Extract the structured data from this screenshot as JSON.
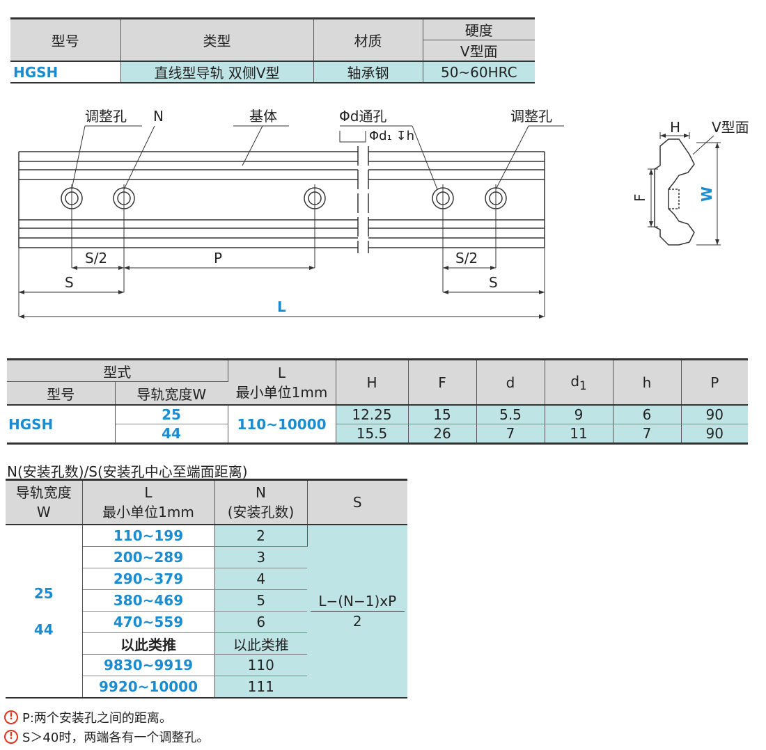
{
  "table1": {
    "headers": {
      "model": "型号",
      "type": "类型",
      "material": "材质",
      "hardness": "硬度",
      "v_face": "V型面"
    },
    "row": {
      "model": "HGSH",
      "type": "直线型导轨 双侧V型",
      "material": "轴承钢",
      "hardness": "50~60HRC"
    }
  },
  "drawing": {
    "labels": {
      "adjust_hole_left": "调整孔",
      "n": "N",
      "body": "基体",
      "through_hole": "Φd通孔",
      "counterbore": "Φd₁ ↧h",
      "adjust_hole_right": "调整孔",
      "s2_left": "S/2",
      "p": "P",
      "s_left": "S",
      "s2_right": "S/2",
      "s_right": "S",
      "l": "L",
      "h": "H",
      "v_face": "V型面",
      "f": "F",
      "w": "W"
    }
  },
  "table2": {
    "headers": {
      "form": "型式",
      "model": "型号",
      "rail_width": "导轨宽度W",
      "l": "L",
      "l_unit": "最小单位1mm",
      "h": "H",
      "f": "F",
      "d": "d",
      "d1": "d",
      "d1_sub": "1",
      "hh": "h",
      "p": "P"
    },
    "model": "HGSH",
    "l_range": "110~10000",
    "rows": [
      {
        "w": "25",
        "H": "12.25",
        "F": "15",
        "d": "5.5",
        "d1": "9",
        "h": "6",
        "P": "90"
      },
      {
        "w": "44",
        "H": "15.5",
        "F": "26",
        "d": "7",
        "d1": "11",
        "h": "7",
        "P": "90"
      }
    ]
  },
  "table3": {
    "title": "N(安装孔数)/S(安装孔中心至端面距离)",
    "headers": {
      "rail_width_1": "导轨宽度",
      "rail_width_2": "W",
      "l": "L",
      "l_unit": "最小单位1mm",
      "n": "N",
      "n_desc": "(安装孔数)",
      "s": "S"
    },
    "widths": [
      "25",
      "44"
    ],
    "rows": [
      {
        "l": "110~199",
        "n": "2"
      },
      {
        "l": "200~289",
        "n": "3"
      },
      {
        "l": "290~379",
        "n": "4"
      },
      {
        "l": "380~469",
        "n": "5"
      },
      {
        "l": "470~559",
        "n": "6"
      },
      {
        "l": "以此类推",
        "n": "以此类推"
      },
      {
        "l": "9830~9919",
        "n": "110"
      },
      {
        "l": "9920~10000",
        "n": "111"
      }
    ],
    "s_formula_num": "L−(N−1)xP",
    "s_formula_den": "2"
  },
  "notes": [
    "P:两个安装孔之间的距离。",
    "S＞40时，两端各有一个调整孔。"
  ]
}
